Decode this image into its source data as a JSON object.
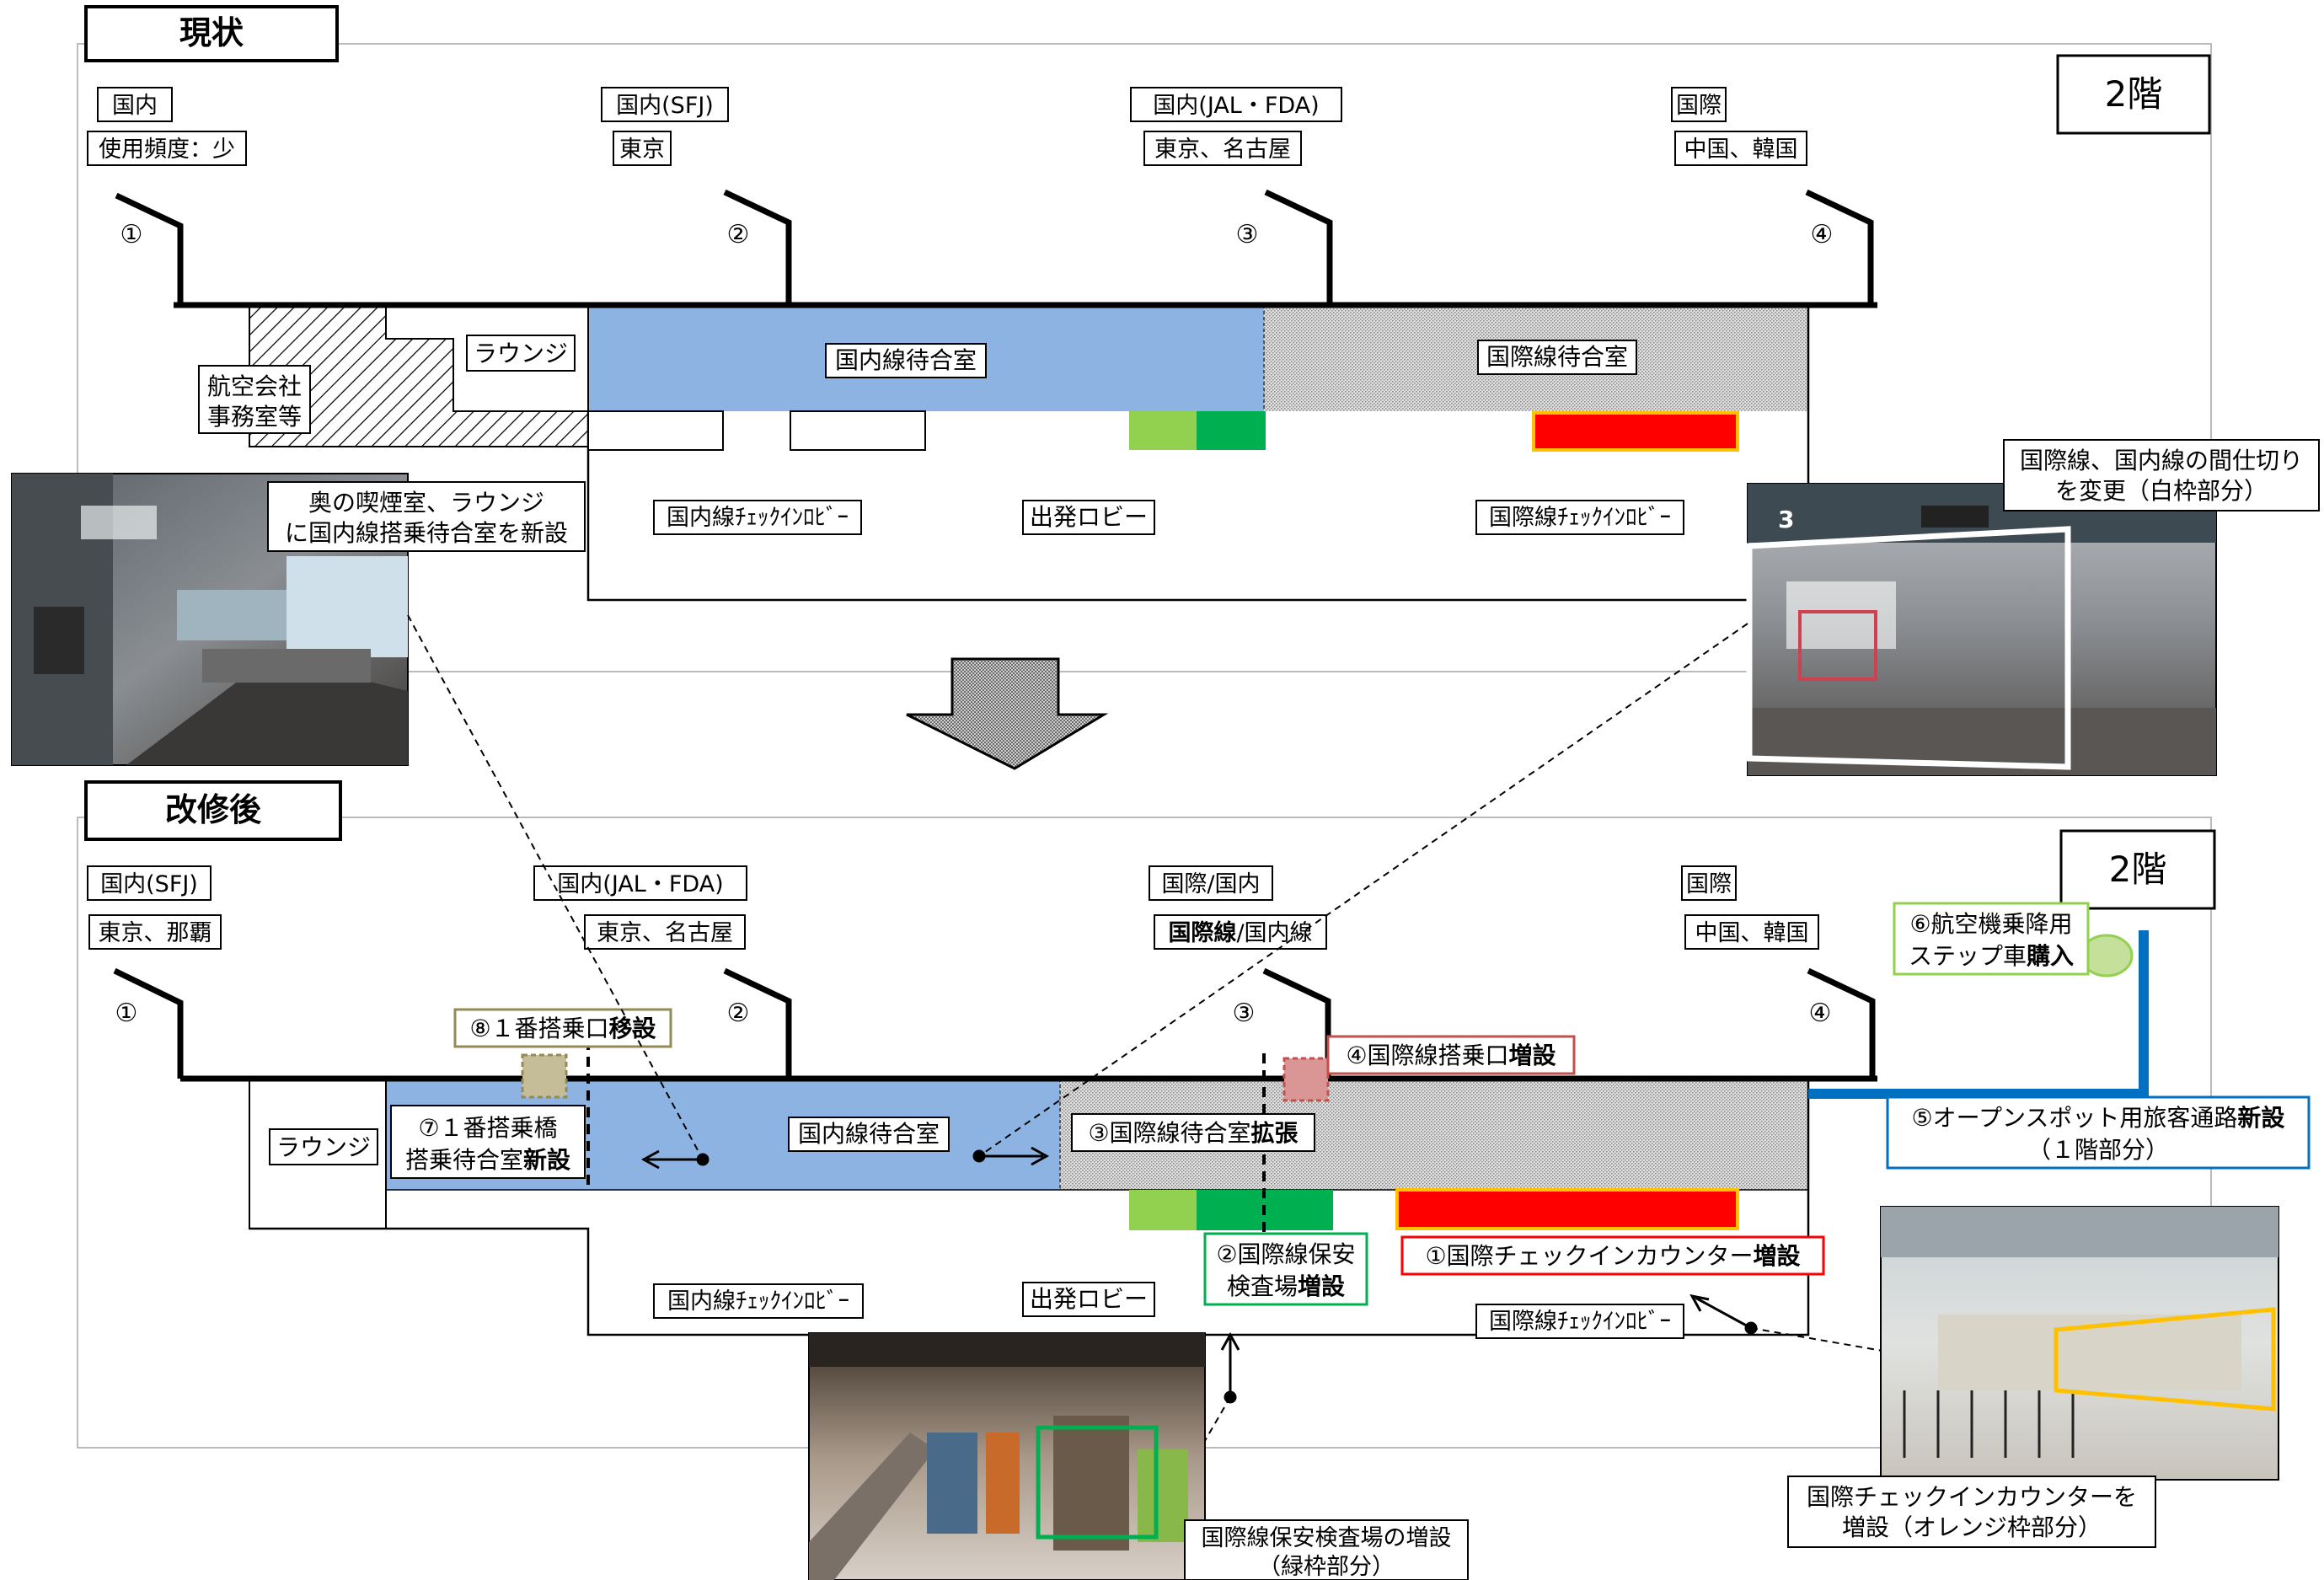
{
  "before": {
    "title": "現状",
    "floor": "2階",
    "gates": [
      {
        "num": "①",
        "type": "国内",
        "dest": "使用頻度：少"
      },
      {
        "num": "②",
        "type": "国内(SFJ)",
        "dest": "東京"
      },
      {
        "num": "③",
        "type": "国内(JAL・FDA)",
        "dest": "東京、名古屋"
      },
      {
        "num": "④",
        "type": "国際",
        "dest": "中国、韓国"
      }
    ],
    "rooms": {
      "airline_office_line1": "航空会社",
      "airline_office_line2": "事務室等",
      "lounge": "ラウンジ",
      "domestic_waiting": "国内線待合室",
      "intl_waiting": "国際線待合室",
      "domestic_checkin": "国内線ﾁｪｯｸｲﾝﾛﾋﾞｰ",
      "departure_lobby": "出発ロビー",
      "intl_checkin": "国際線ﾁｪｯｸｲﾝﾛﾋﾞｰ"
    }
  },
  "after": {
    "title": "改修後",
    "floor": "2階",
    "gates": [
      {
        "num": "①",
        "type": "国内(SFJ)",
        "dest": "東京、那覇"
      },
      {
        "num": "②",
        "type": "国内(JAL・FDA)",
        "dest": "東京、名古屋"
      },
      {
        "num": "③",
        "type": "国際/国内",
        "dest_bold": "国際線",
        "dest_rest": "/国内線"
      },
      {
        "num": "④",
        "type": "国際",
        "dest": "中国、韓国"
      }
    ],
    "rooms": {
      "lounge": "ラウンジ",
      "domestic_waiting": "国内線待合室",
      "domestic_checkin": "国内線ﾁｪｯｸｲﾝﾛﾋﾞｰ",
      "departure_lobby": "出発ロビー",
      "intl_checkin": "国際線ﾁｪｯｸｲﾝﾛﾋﾞｰ"
    },
    "items": [
      {
        "id": 1,
        "text": "①国際チェックインカウンター",
        "bold": "増設",
        "color": "#ff0000"
      },
      {
        "id": 2,
        "line1": "②国際線保安",
        "line2": "検査場",
        "bold": "増設",
        "color": "#00b050"
      },
      {
        "id": 3,
        "text": "③国際線待合室",
        "bold": "拡張"
      },
      {
        "id": 4,
        "text": "④国際線搭乗口",
        "bold": "増設",
        "color": "#c0504d"
      },
      {
        "id": 5,
        "text": "⑤オープンスポット用旅客通路",
        "bold": "新設",
        "line2": "（１階部分）",
        "color": "#0070c0"
      },
      {
        "id": 6,
        "line1": "⑥航空機乗降用",
        "line2": "ステップ車",
        "bold": "購入",
        "color": "#92d050"
      },
      {
        "id": 7,
        "line1": "⑦１番搭乗橋",
        "line2": "搭乗待合室",
        "bold": "新設"
      },
      {
        "id": 8,
        "text": "⑧１番搭乗口",
        "bold": "移設",
        "color": "#948a54"
      }
    ]
  },
  "callouts": {
    "smoking_line1": "奥の喫煙室、ラウンジ",
    "smoking_line2": "に国内線搭乗待合室を新設",
    "partition_line1": "国際線、国内線の間仕切り",
    "partition_line2": "を変更（白枠部分）",
    "security_line1": "国際線保安検査場の増設",
    "security_line2": "（緑枠部分）",
    "counter_line1": "国際チェックインカウンターを",
    "counter_line2": "増設（オレンジ枠部分）"
  },
  "colors": {
    "domestic_waiting": "#8db3e2",
    "intl_waiting": "#c8c8c8",
    "security_light": "#92d050",
    "security_dark": "#00b050",
    "counter_red": "#ff0000",
    "counter_border": "#ffc000",
    "passage_blue": "#0070c0",
    "step_car": "#c5e09b"
  }
}
